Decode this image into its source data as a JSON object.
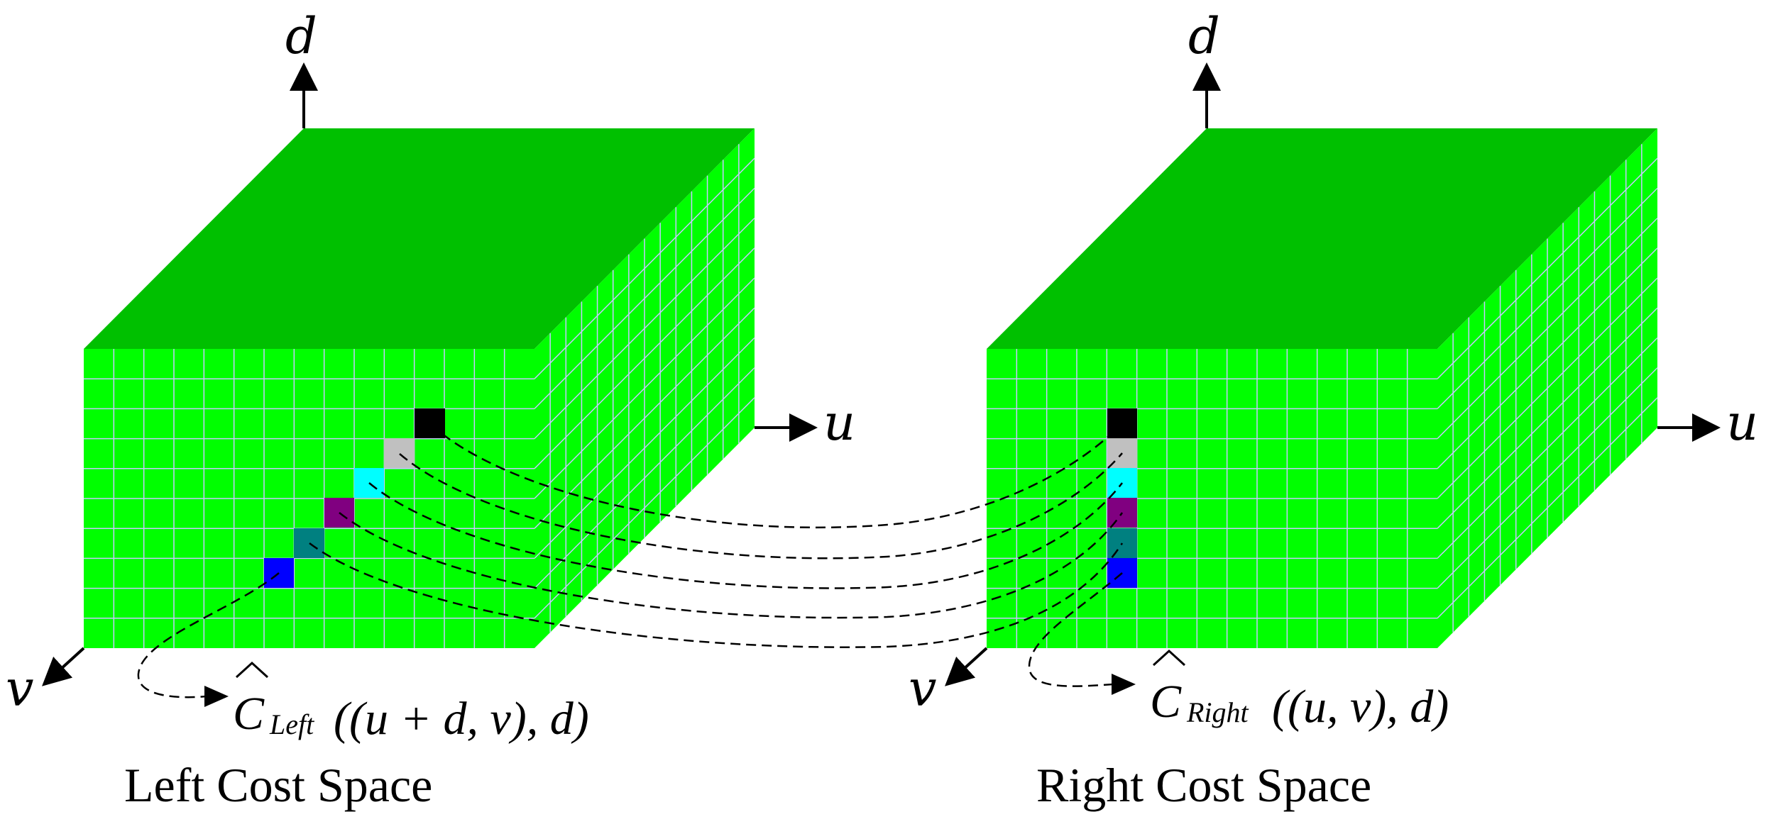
{
  "left_volume": {
    "caption": "Left Cost Space",
    "axes": {
      "d": "d",
      "u": "u",
      "v": "v"
    },
    "formula": {
      "symbol": "C",
      "subscript": "Left",
      "argument": "((u + d, v), d)"
    }
  },
  "right_volume": {
    "caption": "Right Cost Space",
    "axes": {
      "d": "d",
      "u": "u",
      "v": "v"
    },
    "formula": {
      "symbol": "C",
      "subscript": "Right",
      "argument": "((u, v), d)"
    }
  },
  "colors": {
    "front_face": "#00ff00",
    "top_face": "#00c000",
    "side_face": "#00ff00",
    "grid_line": "#c8c8ff",
    "highlight_cells": [
      "#000000",
      "#c0c0c0",
      "#00ffff",
      "#800080",
      "#008080",
      "#0000ff"
    ]
  }
}
